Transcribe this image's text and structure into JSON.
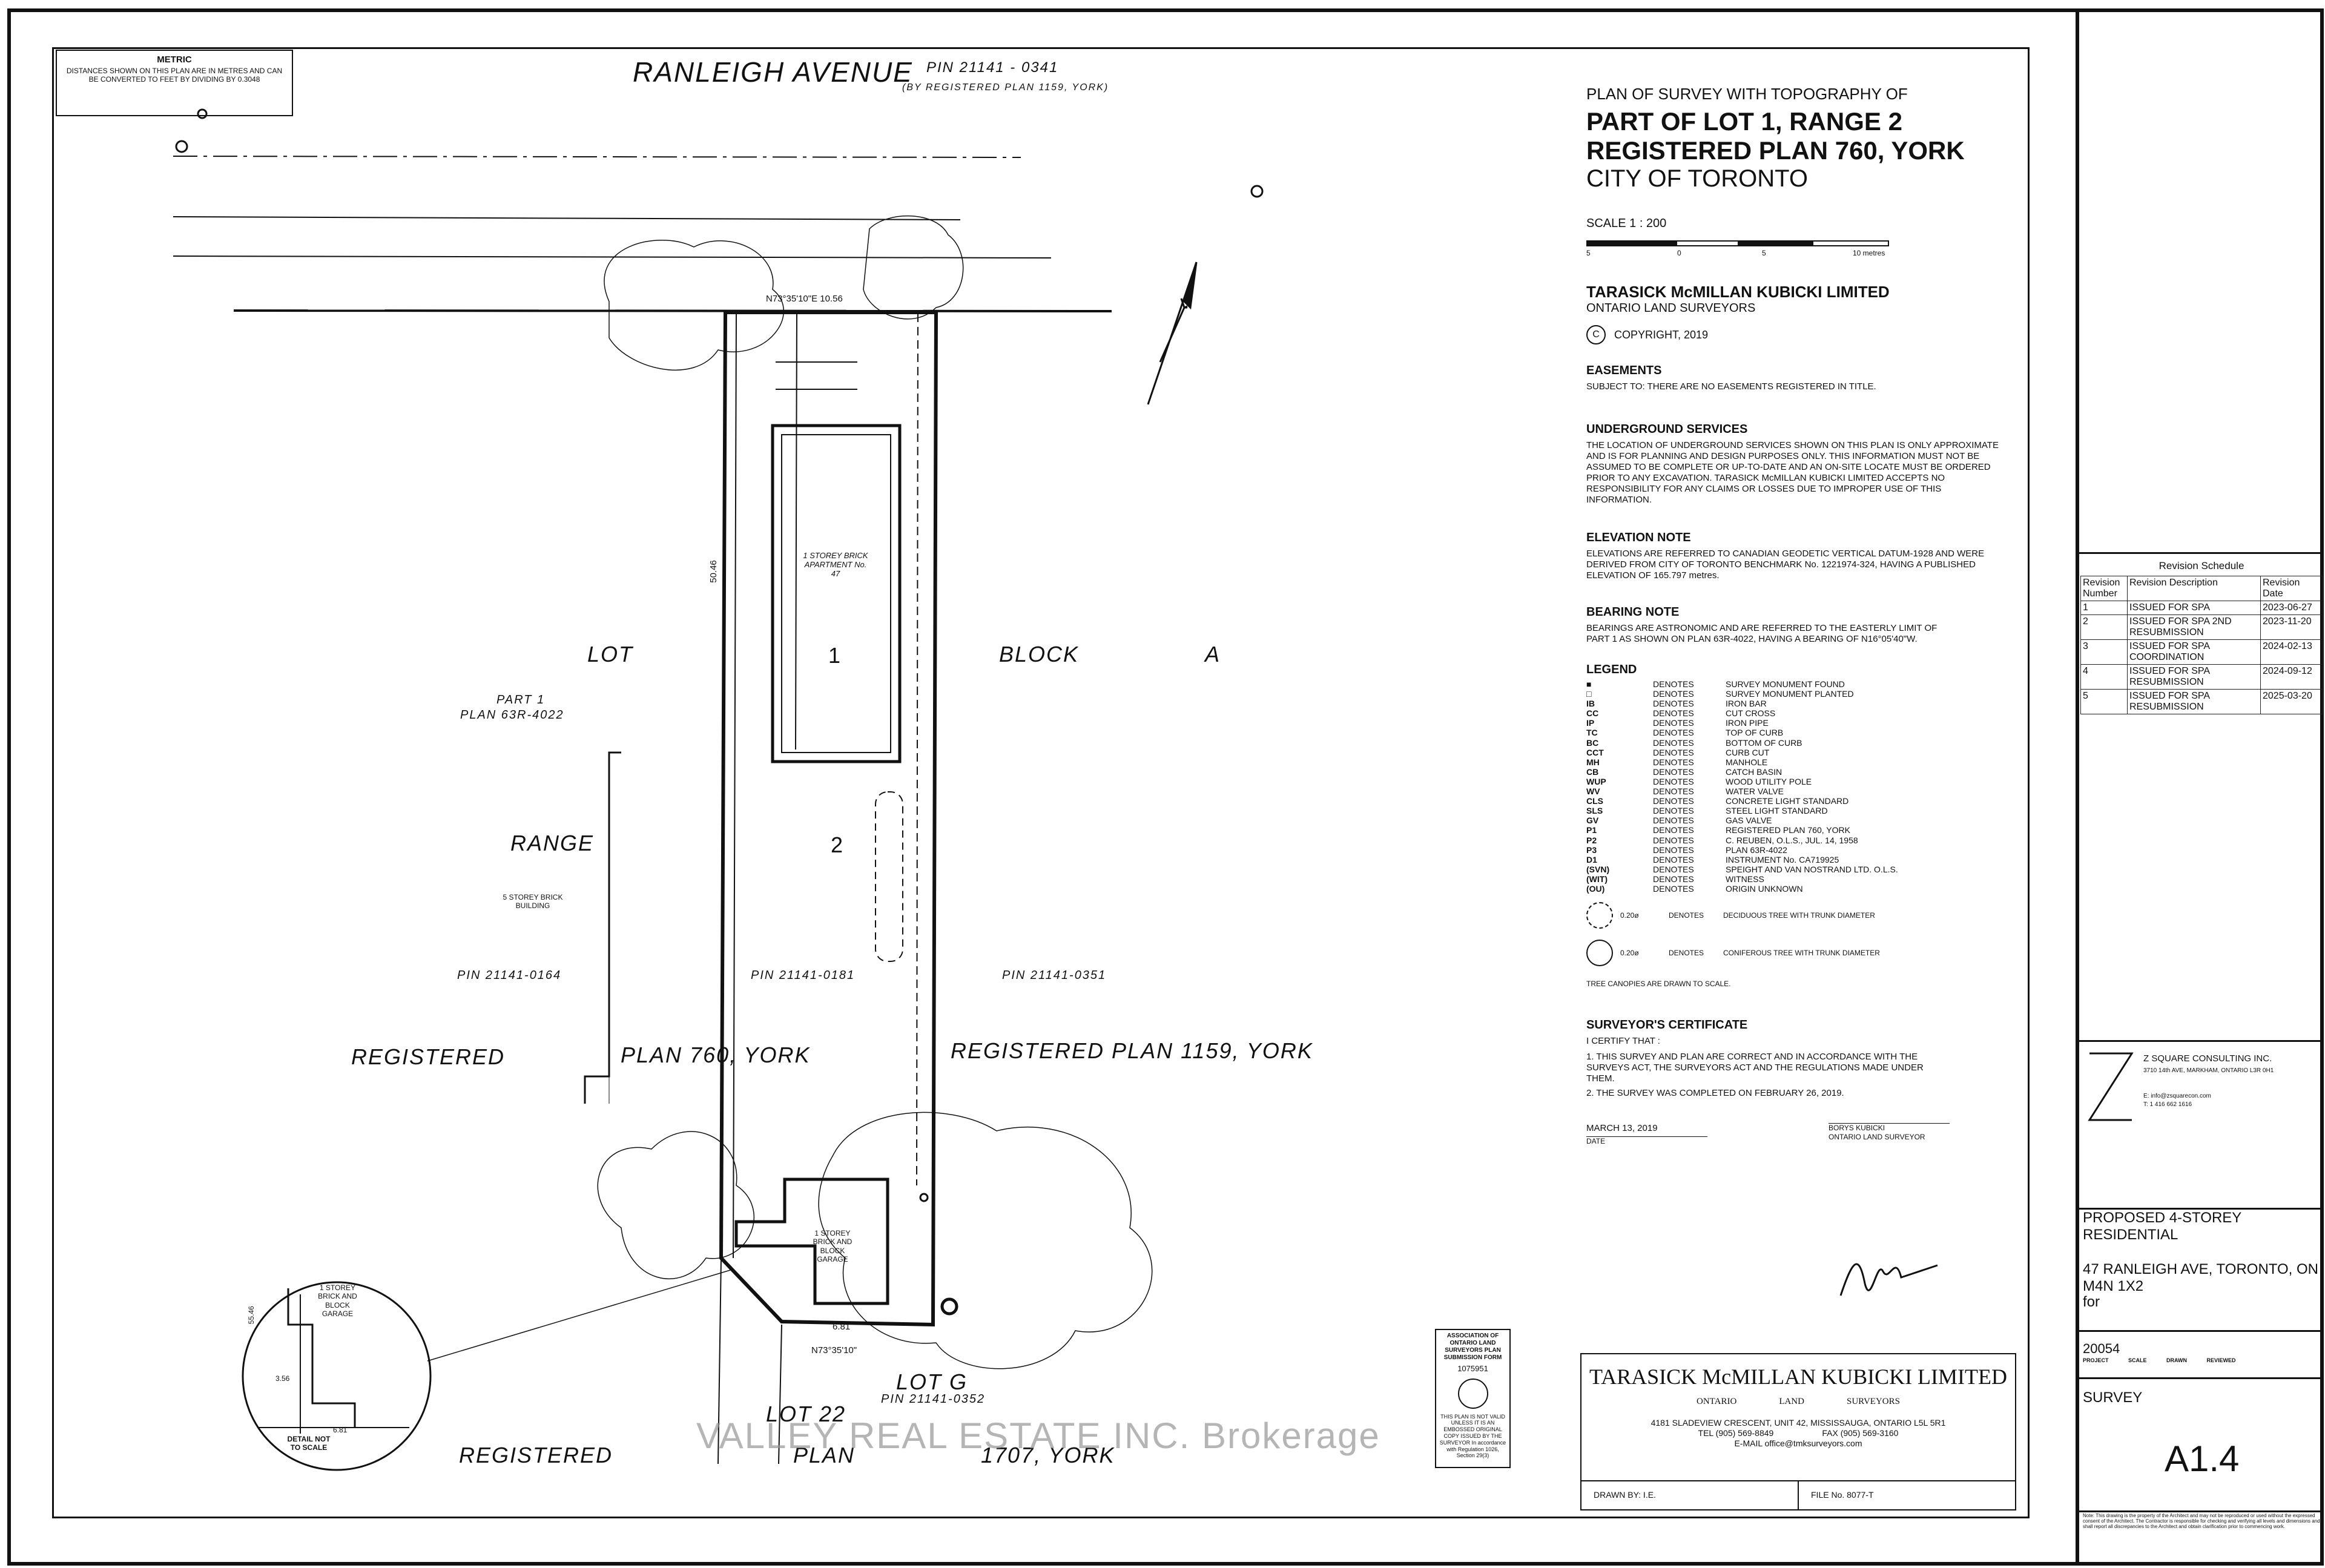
{
  "metric_note": {
    "title": "METRIC",
    "text": "DISTANCES SHOWN ON THIS PLAN ARE IN METRES AND CAN BE CONVERTED TO FEET BY DIVIDING BY 0.3048"
  },
  "street": {
    "name": "RANLEIGH AVENUE",
    "pin": "PIN 21141 - 0341",
    "plan_ref": "(BY REGISTERED PLAN 1159, YORK)"
  },
  "plan_labels": {
    "lot": "LOT",
    "block": "BLOCK",
    "block_letter": "A",
    "range": "RANGE",
    "part1": "PART 1",
    "part1_plan": "PLAN 63R-4022",
    "building_note": "5 STOREY BRICK BUILDING",
    "pin_left": "PIN 21141-0164",
    "pin_mid": "PIN 21141-0181",
    "pin_right": "PIN 21141-0351",
    "registered_left": "REGISTERED",
    "plan_760": "PLAN   760, YORK",
    "registered_1159": "REGISTERED   PLAN   1159, YORK",
    "registered_bottom": "REGISTERED",
    "plan_bottom": "PLAN",
    "plan_1707": "1707, YORK",
    "lot22": "LOT 22",
    "lot_g": "LOT G",
    "pin_bottom": "PIN 21141-0352",
    "apartment": "1 STOREY BRICK APARTMENT No. 47",
    "part_1": "1",
    "part_2": "2",
    "garage": "1 STOREY BRICK AND BLOCK GARAGE",
    "bearing_top": "N73°35'10\"E   10.56",
    "bearing_bottom": "N73°35'10\"",
    "dim_bottom": "6.81",
    "dim_left": "50.46",
    "detail_title": "1 STOREY BRICK AND BLOCK GARAGE",
    "detail_note": "DETAIL NOT TO SCALE",
    "detail_dim": "6.81",
    "detail_dim2": "3.56",
    "detail_dim3": "55.46"
  },
  "title_block": {
    "line1": "PLAN OF SURVEY WITH TOPOGRAPHY OF",
    "line2": "PART OF LOT 1, RANGE 2",
    "line3": "REGISTERED PLAN 760, YORK",
    "line4": "CITY OF TORONTO",
    "scale": "SCALE  1 : 200",
    "scale_ticks": [
      "5",
      "0",
      "5",
      "10 metres"
    ],
    "firm": "TARASICK McMILLAN KUBICKI LIMITED",
    "firm_sub": "ONTARIO LAND SURVEYORS",
    "copyright": "COPYRIGHT, 2019",
    "copyright_symbol": "C"
  },
  "easements": {
    "heading": "EASEMENTS",
    "text": "SUBJECT TO: THERE ARE NO EASEMENTS REGISTERED IN TITLE."
  },
  "underground": {
    "heading": "UNDERGROUND SERVICES",
    "text": "THE LOCATION OF UNDERGROUND SERVICES SHOWN ON THIS PLAN IS ONLY APPROXIMATE AND IS FOR PLANNING AND DESIGN PURPOSES ONLY. THIS INFORMATION MUST NOT BE ASSUMED TO BE COMPLETE OR UP-TO-DATE AND AN ON-SITE LOCATE MUST BE ORDERED PRIOR TO ANY EXCAVATION. TARASICK McMILLAN KUBICKI LIMITED ACCEPTS NO RESPONSIBILITY FOR ANY CLAIMS OR LOSSES DUE TO IMPROPER USE OF THIS INFORMATION."
  },
  "elevation": {
    "heading": "ELEVATION NOTE",
    "text": "ELEVATIONS ARE REFERRED TO CANADIAN GEODETIC VERTICAL DATUM-1928 AND WERE DERIVED FROM CITY OF TORONTO BENCHMARK No. 1221974-324, HAVING A PUBLISHED ELEVATION OF 165.797 metres."
  },
  "bearing": {
    "heading": "BEARING NOTE",
    "text": "BEARINGS ARE ASTRONOMIC AND ARE REFERRED TO THE EASTERLY LIMIT OF PART 1 AS SHOWN ON PLAN 63R-4022, HAVING A BEARING OF N16°05'40\"W."
  },
  "legend": {
    "heading": "LEGEND",
    "denotes": "DENOTES",
    "items": [
      {
        "k": "■",
        "v": "SURVEY MONUMENT FOUND"
      },
      {
        "k": "□",
        "v": "SURVEY MONUMENT PLANTED"
      },
      {
        "k": "IB",
        "v": "IRON BAR"
      },
      {
        "k": "CC",
        "v": "CUT CROSS"
      },
      {
        "k": "IP",
        "v": "IRON PIPE"
      },
      {
        "k": "TC",
        "v": "TOP OF CURB"
      },
      {
        "k": "BC",
        "v": "BOTTOM OF CURB"
      },
      {
        "k": "CCT",
        "v": "CURB CUT"
      },
      {
        "k": "MH",
        "v": "MANHOLE"
      },
      {
        "k": "CB",
        "v": "CATCH BASIN"
      },
      {
        "k": "WUP",
        "v": "WOOD UTILITY POLE"
      },
      {
        "k": "WV",
        "v": "WATER VALVE"
      },
      {
        "k": "CLS",
        "v": "CONCRETE LIGHT STANDARD"
      },
      {
        "k": "SLS",
        "v": "STEEL LIGHT STANDARD"
      },
      {
        "k": "GV",
        "v": "GAS VALVE"
      },
      {
        "k": "P1",
        "v": "REGISTERED PLAN 760, YORK"
      },
      {
        "k": "P2",
        "v": "C. REUBEN, O.L.S., JUL. 14, 1958"
      },
      {
        "k": "P3",
        "v": "PLAN 63R-4022"
      },
      {
        "k": "D1",
        "v": "INSTRUMENT No. CA719925"
      },
      {
        "k": "(SVN)",
        "v": "SPEIGHT AND VAN NOSTRAND LTD. O.L.S."
      },
      {
        "k": "(WIT)",
        "v": "WITNESS"
      },
      {
        "k": "(OU)",
        "v": "ORIGIN UNKNOWN"
      }
    ],
    "tree1_size": "0.20ø",
    "tree1": "DECIDUOUS TREE WITH TRUNK DIAMETER",
    "tree2_size": "0.20ø",
    "tree2": "CONIFEROUS TREE WITH TRUNK DIAMETER",
    "canopy": "TREE CANOPIES ARE DRAWN TO SCALE."
  },
  "certificate": {
    "heading": "SURVEYOR'S CERTIFICATE",
    "intro": "I CERTIFY THAT :",
    "item1": "1. THIS SURVEY AND PLAN ARE CORRECT AND IN ACCORDANCE WITH THE SURVEYS ACT, THE SURVEYORS ACT AND THE REGULATIONS MADE UNDER THEM.",
    "item2": "2. THE SURVEY WAS COMPLETED ON FEBRUARY 26, 2019.",
    "date": "MARCH 13, 2019",
    "date_label": "DATE",
    "surveyor": "BORYS KUBICKI",
    "surveyor_title": "ONTARIO LAND SURVEYOR"
  },
  "association": {
    "text": "ASSOCIATION OF ONTARIO LAND SURVEYORS PLAN SUBMISSION FORM",
    "number": "1075951",
    "note": "THIS PLAN IS NOT VALID UNLESS IT IS AN EMBOSSED ORIGINAL COPY ISSUED BY THE SURVEYOR In accordance with Regulation 1026, Section 29(3)"
  },
  "firm_box": {
    "name": "TARASICK McMILLAN KUBICKI LIMITED",
    "sub1": "ONTARIO",
    "sub2": "LAND",
    "sub3": "SURVEYORS",
    "address": "4181 SLADEVIEW CRESCENT, UNIT 42, MISSISSAUGA, ONTARIO L5L 5R1",
    "tel": "TEL (905) 569-8849",
    "fax": "FAX (905) 569-3160",
    "email": "E-MAIL  office@tmksurveyors.com",
    "drawn": "DRAWN BY: I.E.",
    "file": "FILE No. 8077-T"
  },
  "watermark": "VALLEY REAL ESTATE INC. Brokerage",
  "revision": {
    "title": "Revision Schedule",
    "h_num": "Revision Number",
    "h_desc": "Revision Description",
    "h_date": "Revision Date",
    "rows": [
      {
        "n": "1",
        "d": "ISSUED FOR SPA",
        "t": "2023-06-27"
      },
      {
        "n": "2",
        "d": "ISSUED FOR SPA 2ND RESUBMISSION",
        "t": "2023-11-20"
      },
      {
        "n": "3",
        "d": "ISSUED FOR SPA COORDINATION",
        "t": "2024-02-13"
      },
      {
        "n": "4",
        "d": "ISSUED FOR SPA RESUBMISSION",
        "t": "2024-09-12"
      },
      {
        "n": "5",
        "d": "ISSUED FOR SPA RESUBMISSION",
        "t": "2025-03-20"
      }
    ]
  },
  "consultant": {
    "name": "Z SQUARE CONSULTING INC.",
    "addr": "3710 14th AVE, MARKHAM, ONTARIO L3R 0H1",
    "email": "E: info@zsquarecon.com",
    "tel": "T: 1 416 662 1616"
  },
  "project": {
    "title": "PROPOSED 4-STOREY RESIDENTIAL",
    "address": "47 RANLEIGH AVE, TORONTO, ON M4N 1X2",
    "for": "for",
    "number": "20054",
    "labels": "PROJECT  SCALE     DRAWN  REVIEWED",
    "sheet_name": "SURVEY",
    "sheet_no": "A1.4"
  },
  "footnote": "Note: This drawing is the property of the Architect and may not be reproduced or used without the expressed consent of the Architect. The Contractor is responsible for checking and verifying all levels and dimensions and shall report all discrepancies to the Architect and obtain clarification prior to commencing work."
}
